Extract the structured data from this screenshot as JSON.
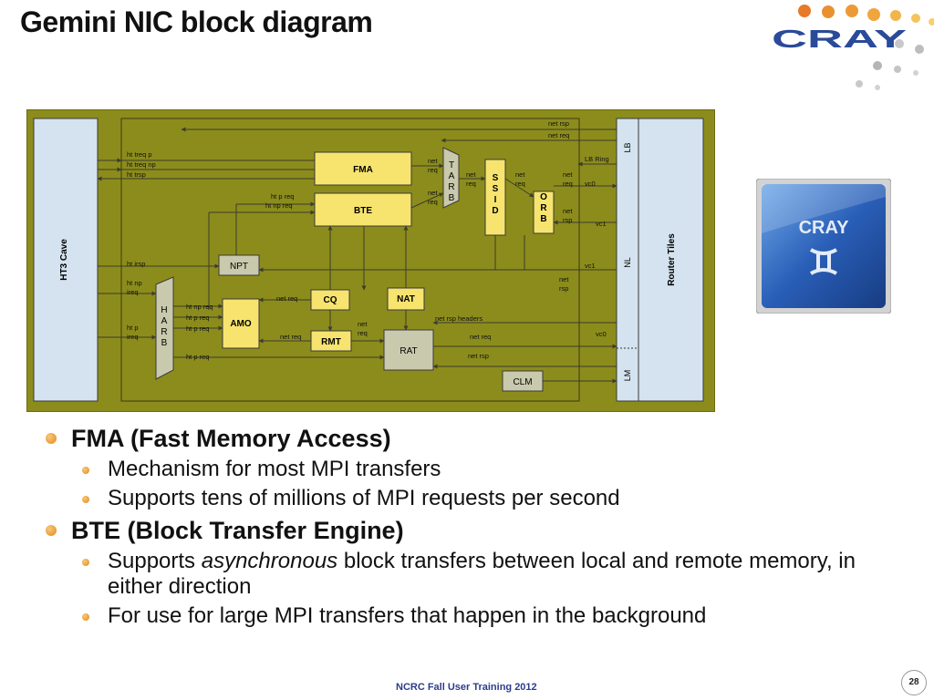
{
  "slide": {
    "title": "Gemini NIC block diagram",
    "logo_text": "CRAY",
    "footer": "NCRC Fall User Training 2012",
    "page_number": "28"
  },
  "diagram": {
    "ht3_cave": "HT3 Cave",
    "router_tiles": "Router Tiles",
    "router_lb": "LB",
    "router_nl": "NL",
    "router_lm": "LM",
    "fma": "FMA",
    "bte": "BTE",
    "tarb": "TARB",
    "ssid": "SSID",
    "orb": "ORB",
    "npt": "NPT",
    "harb": "HARB",
    "amo": "AMO",
    "cq": "CQ",
    "nat": "NAT",
    "rmt": "RMT",
    "rat": "RAT",
    "clm": "CLM",
    "labels": {
      "ht_treq_p": "ht treq p",
      "ht_treq_np": "ht treq np",
      "ht_trsp": "ht trsp",
      "ht_p_req_fma": "ht p req",
      "ht_np_req_fma": "ht np req",
      "ht_irsp": "ht irsp",
      "ht_np_ireq_1": "ht np",
      "ht_np_ireq_2": "ireq",
      "ht_p_ireq_1": "ht p",
      "ht_p_ireq_2": "ireq",
      "ht_np_req_amo": "ht np req",
      "ht_p_req_amo1": "ht p req",
      "ht_p_req_amo2": "ht p req",
      "ht_p_req_bottom": "ht p req",
      "net_req_cq": "net req",
      "net_req_rmt": "net req",
      "net_req_rmt2_1": "net",
      "net_req_rmt2_2": "req",
      "net_rsp_headers": "net rsp headers",
      "net_req_rat": "net req",
      "net_rsp_rat": "net rsp",
      "net_rsp_top": "net rsp",
      "net_req_top": "net req",
      "net_req_fma_1": "net",
      "net_req_fma_2": "req",
      "net_req_bte_1": "net",
      "net_req_bte_2": "req",
      "net_req_tarb_1": "net",
      "net_req_tarb_2": "req",
      "net_req_ssid_1": "net",
      "net_req_ssid_2": "req",
      "net_req_orb_1": "net",
      "net_req_orb_2": "req",
      "net_rsp_orb_1": "net",
      "net_rsp_orb_2": "rsp",
      "lb_ring": "LB Ring",
      "vc0_top": "vc0",
      "vc1_top": "vc1",
      "vc1_mid": "vc1",
      "net_rsp_mid_1": "net",
      "net_rsp_mid_2": "rsp",
      "vc0_bottom": "vc0"
    }
  },
  "bullets": [
    {
      "text": "FMA (Fast Memory Access)",
      "sub": [
        {
          "text": "Mechanism for most MPI transfers"
        },
        {
          "text": "Supports tens of millions of MPI requests per second"
        }
      ]
    },
    {
      "text": "BTE (Block Transfer Engine)",
      "sub": [
        {
          "pre": "Supports ",
          "italic": "asynchronous",
          "post": " block transfers between local and remote memory, in either direction"
        },
        {
          "text": "For use for large MPI transfers that happen in the background"
        }
      ]
    }
  ],
  "colors": {
    "board": "#8c8c1c",
    "board_border": "#6a6a12",
    "block_yellow": "#f7e46f",
    "block_grey": "#c9c9ad",
    "side_panel": "#d4e3ef",
    "bullet_orange": "#e8951f",
    "footer_blue": "#2b3c8c",
    "cray_blue": "#2a4a9a"
  }
}
